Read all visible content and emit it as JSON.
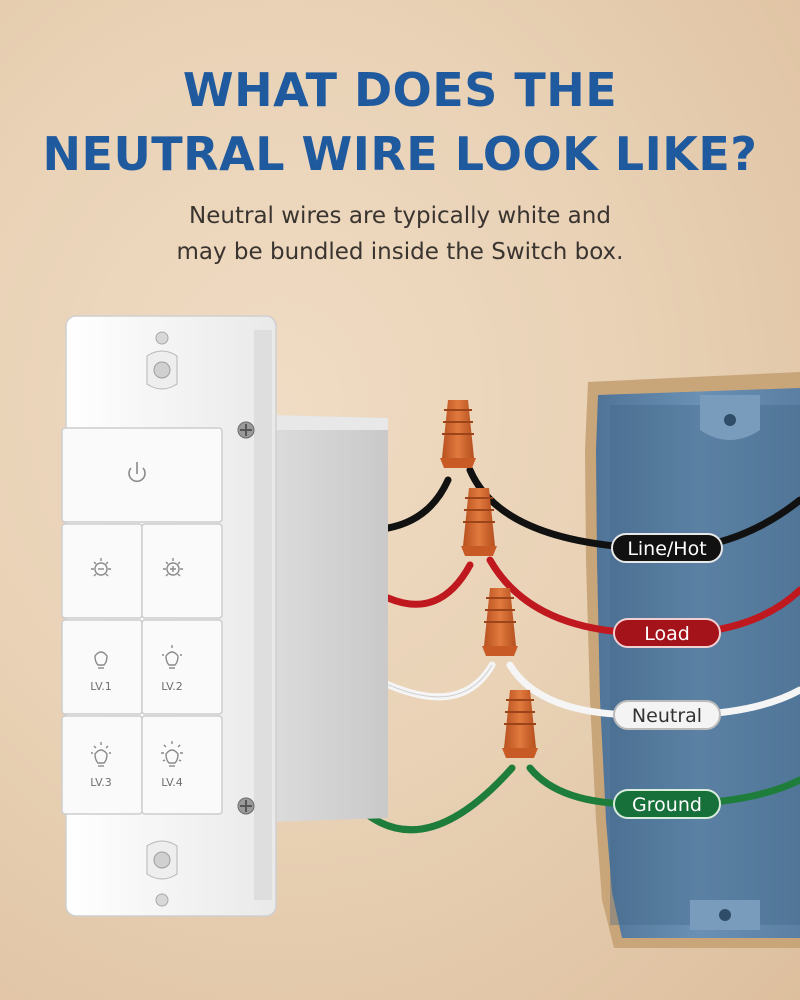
{
  "headline": {
    "line1": "WHAT DOES THE",
    "line2": "NEUTRAL WIRE LOOK LIKE?"
  },
  "subtitle": {
    "line1": "Neutral wires are typically white and",
    "line2": "may be bundled inside the Switch box."
  },
  "switch": {
    "buttons": [
      {
        "icon": "power-icon"
      },
      {
        "icon": "dim-down-icon"
      },
      {
        "icon": "dim-up-icon"
      },
      {
        "icon": "bulb-level-1-icon",
        "label": "LV.1"
      },
      {
        "icon": "bulb-level-2-icon",
        "label": "LV.2"
      },
      {
        "icon": "bulb-level-3-icon",
        "label": "LV.3"
      },
      {
        "icon": "bulb-level-4-icon",
        "label": "LV.4"
      }
    ]
  },
  "wires": [
    {
      "label": "Line/Hot",
      "color": "#111111",
      "text_color": "#ffffff"
    },
    {
      "label": "Load",
      "color": "#b3151b",
      "text_color": "#ffffff"
    },
    {
      "label": "Neutral",
      "color": "#f2f2f2",
      "text_color": "#333333"
    },
    {
      "label": "Ground",
      "color": "#1d7a3a",
      "text_color": "#ffffff"
    }
  ],
  "colors": {
    "headline": "#1f5a9e",
    "wall": "#e9d2b6",
    "wire_nut": "#d2662e",
    "junction_box": "#5d84a8"
  }
}
